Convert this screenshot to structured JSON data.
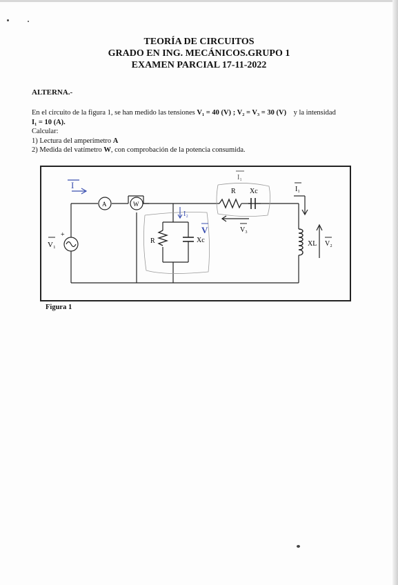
{
  "header": {
    "line1": "TEORÍA DE CIRCUITOS",
    "line2": "GRADO EN ING. MECÁNICOS.GRUPO 1",
    "line3": "EXAMEN PARCIAL 17-11-2022"
  },
  "section_title": "ALTERNA.-",
  "statement": {
    "intro": "En el circuito de la figura 1, se han medido las tensiones",
    "v1": "V₁ = 40 (V)",
    "v2v3": "V₂ = V₃ = 30 (V)",
    "connector": "y  la intensidad",
    "i1": "I₁ = 10 (A).",
    "calcular": "Calcular:",
    "q1_prefix": "1) Lectura del amperímetro",
    "q1_bold": "A",
    "q2_prefix": "2) Medida del vatímetro",
    "q2_bold": "W",
    "q2_suffix": ", con comprobación de la potencia consumida."
  },
  "circuit": {
    "source_label": "V₁",
    "plus_sign": "+",
    "ammeter_label": "A",
    "wattmeter_label": "W",
    "current_label": "I",
    "parallel_r_label": "R",
    "parallel_xc_label": "Xc",
    "series_r_label": "R",
    "series_xc_label": "Xc",
    "v3_label": "V₃",
    "i1_label": "I₁",
    "xl_label": "XL",
    "v2_label": "V₂",
    "hand_i1": "I₁",
    "hand_i2": "I₂",
    "hand_v": "V"
  },
  "figure_caption": "Figura 1"
}
